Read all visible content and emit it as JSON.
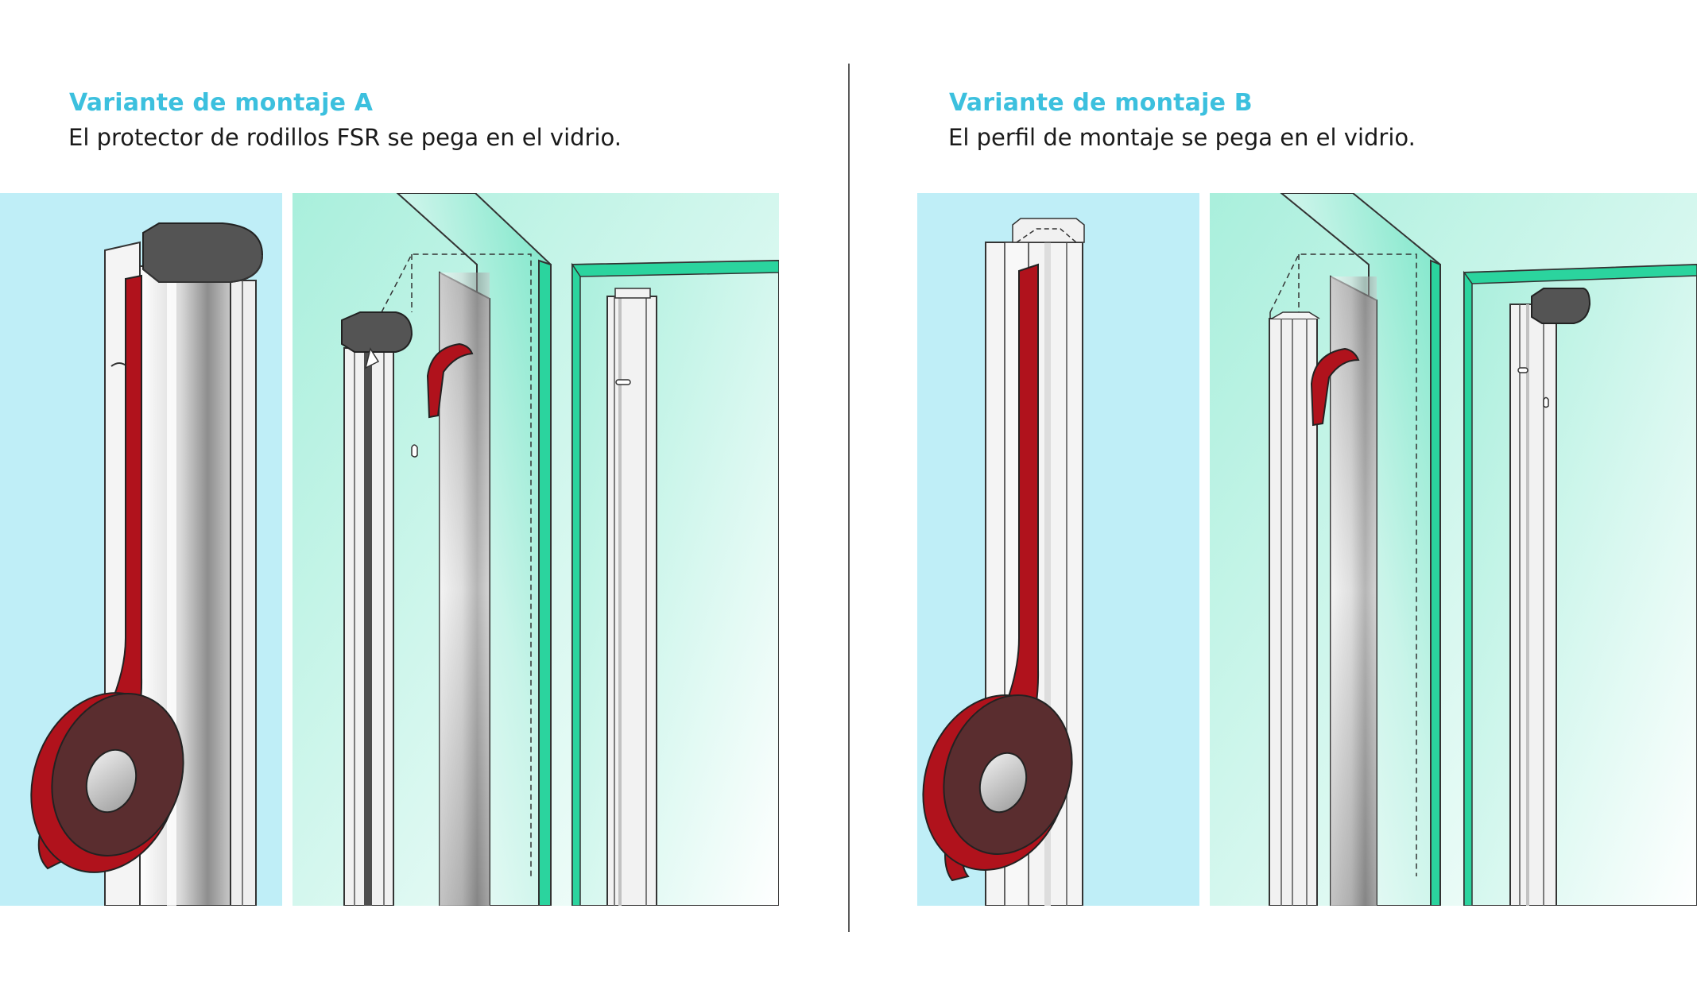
{
  "variant_a": {
    "title": "Variante de montaje A",
    "description": "El protector de rodillos FSR se pega en el vidrio."
  },
  "variant_b": {
    "title": "Variante de montaje B",
    "description": "El perfil de montaje se pega en el vidrio."
  },
  "colors": {
    "title_accent": "#3cc0de",
    "glass_background": "#bfeef7",
    "glass_edge": "#2bd49e",
    "tape_red": "#b0121c",
    "tape_roll_brown": "#5a2d2f",
    "end_cap_gray": "#555555"
  }
}
